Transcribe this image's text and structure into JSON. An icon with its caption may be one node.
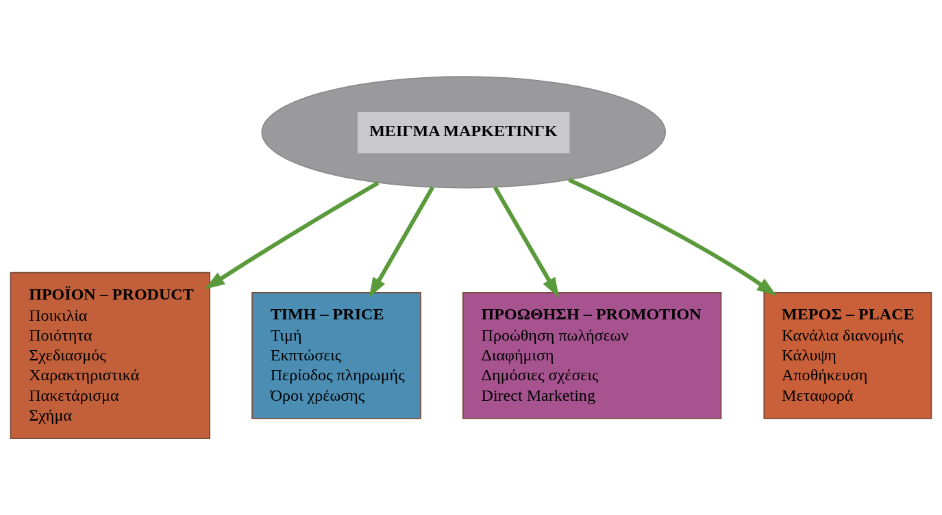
{
  "diagram": {
    "nodes": [
      {
        "text": [
          "ΜΕΙΓΜΑ ΜΑΡΚΕΤΙΝΓΚ"
        ]
      },
      {
        "text": [
          "ΠΡΟΪΟΝ – PRODUCT",
          "Ποικιλία",
          "Ποιότητα",
          "Σχεδιασμός",
          "Χαρακτηριστικά",
          "Πακετάρισμα",
          "Σχήμα"
        ]
      },
      {
        "text": [
          "ΤΙΜΗ – PRICE",
          "Τιμή",
          "Εκπτώσεις",
          "Περίοδος πληρωμής",
          "Όροι χρέωσης"
        ]
      },
      {
        "text": [
          "ΠΡΟΩΘΗΣΗ – PROMOTION",
          "Προώθηση πωλήσεων",
          "Διαφήμιση",
          "Δημόσιες σχέσεις",
          "Direct Marketing"
        ]
      },
      {
        "text": [
          "ΜΕΡΟΣ – PLACE",
          "Κανάλια διανομής",
          "Κάλυψη",
          "Αποθήκευση",
          "Μεταφορά"
        ]
      }
    ],
    "edges": [
      {
        "from": 0,
        "to": 1,
        "arrow": "to"
      },
      {
        "from": 0,
        "to": 2,
        "arrow": "to"
      },
      {
        "from": 0,
        "to": 3,
        "arrow": "to"
      },
      {
        "from": 0,
        "to": 4,
        "arrow": "to"
      }
    ]
  }
}
